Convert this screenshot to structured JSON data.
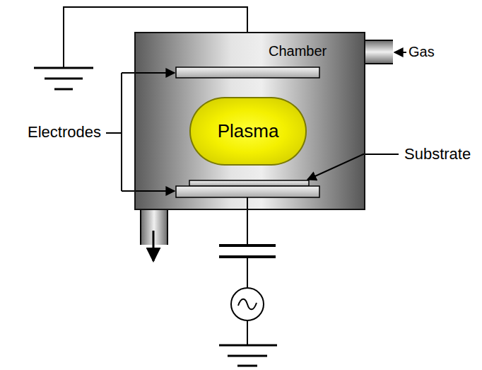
{
  "diagram": {
    "nodes": [
      {
        "text": [
          "Chamber"
        ]
      },
      {
        "text": [
          "Plasma"
        ],
        "in": 0
      }
    ],
    "labels": [
      "Gas",
      "Electrodes",
      "Substrate"
    ]
  }
}
